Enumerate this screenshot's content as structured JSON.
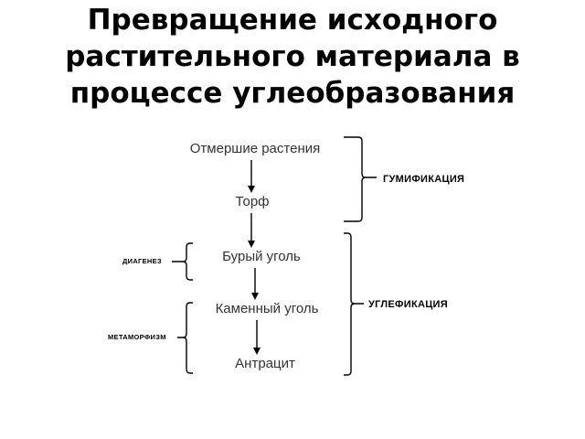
{
  "title": {
    "line1": "Превращение исходного",
    "line2": "растительного материала в",
    "line3": "процессе углеобразования"
  },
  "stages": [
    "Отмершие растения",
    "Торф",
    "Бурый уголь",
    "Каменный уголь",
    "Антрацит"
  ],
  "processes": {
    "humification": "ГУМИФИКАЦИЯ",
    "coalification": "УГЛЕФИКАЦИЯ",
    "diagenesis": "ДИАГЕНЕЗ",
    "metamorphism": "МЕТАМОРФИЗМ"
  }
}
